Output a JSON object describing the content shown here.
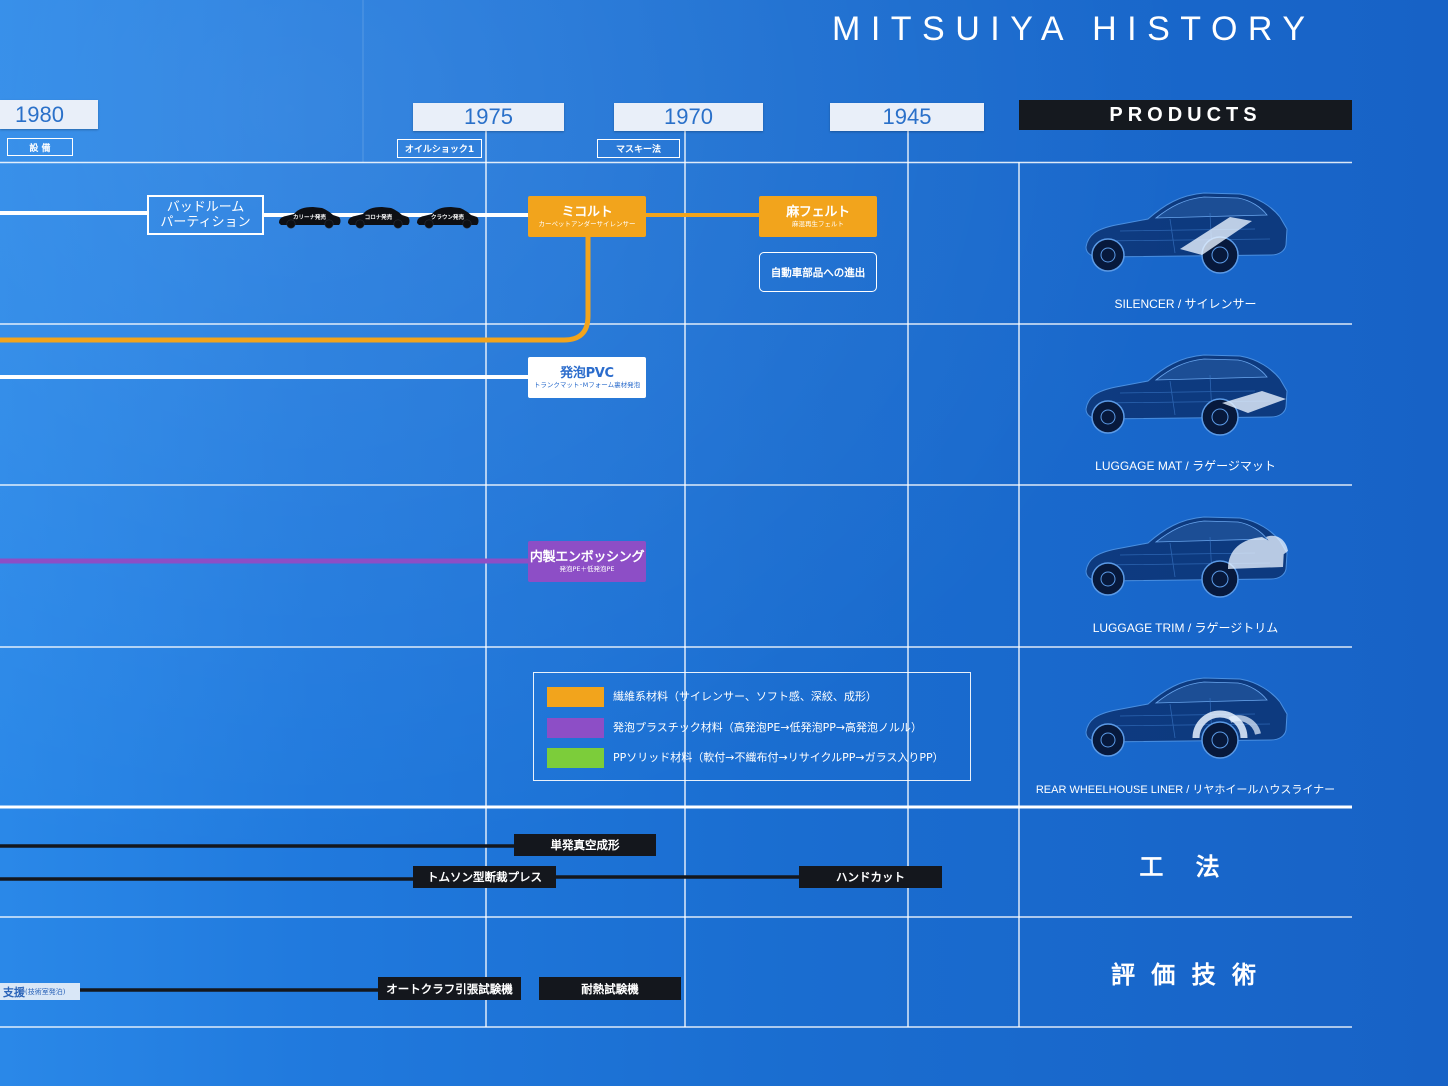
{
  "title": "MITSUIYA HISTORY",
  "years": [
    {
      "label": "1980",
      "sub": "設 備"
    },
    {
      "label": "1975",
      "sub": "オイルショック1"
    },
    {
      "label": "1970",
      "sub": "マスキー法"
    },
    {
      "label": "1945"
    }
  ],
  "products_header": "PRODUCTS",
  "row1": {
    "partition": [
      "バッドルーム",
      "パーティション"
    ],
    "cars": [
      "カリーナ発売",
      "コロナ発売",
      "クラウン発売"
    ],
    "micolt": {
      "title": "ミコルト",
      "sub": "カーペットアンダーサイレンサー"
    },
    "asa_felt": {
      "title": "麻フェルト",
      "sub": "麻混再生フェルト"
    },
    "entry": "自動車部品への進出"
  },
  "row2": {
    "pvc": {
      "title": "発泡PVC",
      "sub": "トランクマット･Mフォーム裏材発泡"
    }
  },
  "row3": {
    "embossing": {
      "title": "内製エンボッシング",
      "sub": "発泡PE＋低発泡PE"
    }
  },
  "legend": [
    {
      "color": "#f2a41c",
      "text": "繊維系材料（サイレンサー、ソフト感、深絞、成形）"
    },
    {
      "color": "#8d4ec6",
      "text": "発泡プラスチック材料（高発泡PE→低発泡PP→高発泡ノルル）"
    },
    {
      "color": "#7ccd3a",
      "text": "PPソリッド材料（軟付→不織布付→リサイクルPP→ガラス入りPP）"
    }
  ],
  "products": [
    {
      "label": "SILENCER / サイレンサー"
    },
    {
      "label": "LUGGAGE MAT / ラゲージマット"
    },
    {
      "label": "LUGGAGE TRIM / ラゲージトリム"
    },
    {
      "label": "REAR WHEELHOUSE LINER / リヤホイールハウスライナー"
    }
  ],
  "methods": {
    "label": "工 法",
    "items": [
      "単発真空成形",
      "トムソン型断裁プレス",
      "ハンドカット"
    ]
  },
  "evaluation": {
    "label": "評 価 技 術",
    "support": "支援",
    "support_note": "(技術室発泊)",
    "items": [
      "オートクラフ引張試験機",
      "耐熱試験機"
    ]
  },
  "colors": {
    "background": "#1a6fd4",
    "fiber": "#f2a41c",
    "foam": "#8d4ec6",
    "solid": "#7ccd3a",
    "label_box": "#14171d",
    "header_box": "#15191f"
  }
}
